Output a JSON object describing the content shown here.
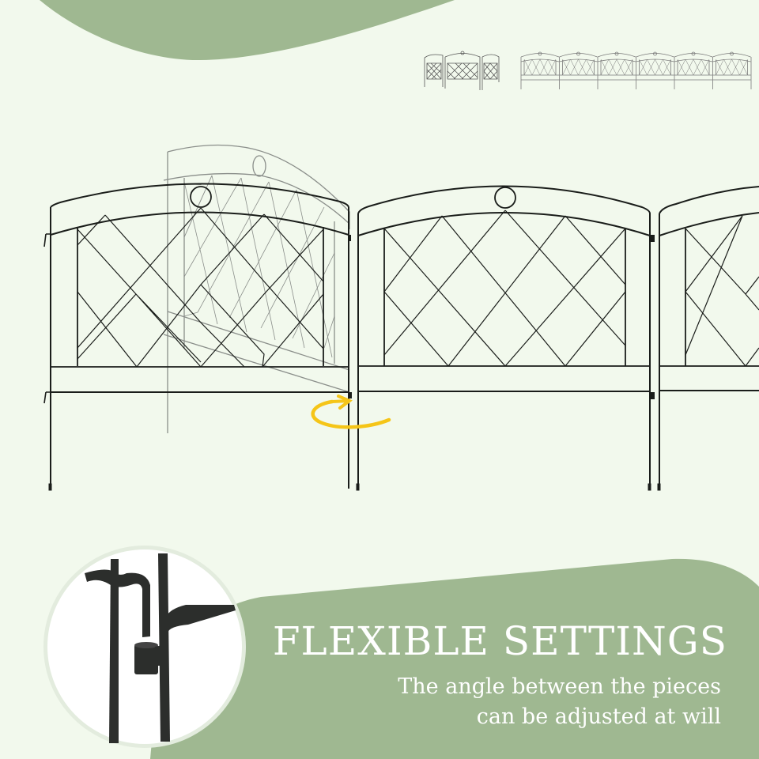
{
  "colors": {
    "background": "#f2f9ed",
    "accent_green": "#9fb891",
    "fence_line": "#1a1d1a",
    "ghost_line": "#8a8e8a",
    "rotation_arrow": "#f5c518",
    "text": "#ffffff"
  },
  "headline": "FLEXIBLE SETTINGS",
  "subtext": {
    "line1": "The angle between the pieces",
    "line2": "can be adjusted at will"
  },
  "illustration": {
    "panel_count_main": 3,
    "thumbnail_configs": [
      "angled-enclosure-3-panels",
      "straight-line-6-panels"
    ],
    "rotation_indicator": "rotate-arrow-icon",
    "detail_view": "hinge-connector-closeup"
  }
}
